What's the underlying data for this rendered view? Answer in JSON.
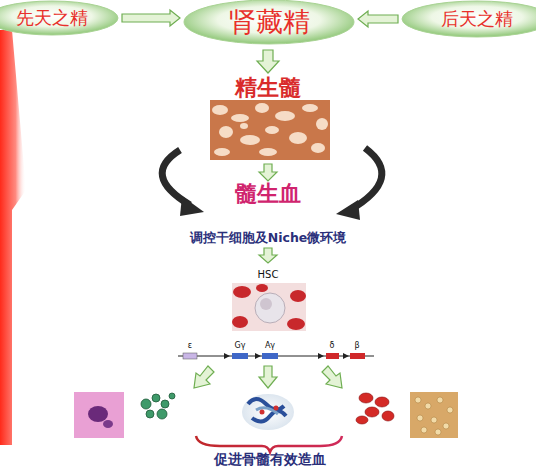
{
  "diagram": {
    "nodes": [
      {
        "text": [
          "先天之精"
        ]
      },
      {
        "text": [
          "肾藏精"
        ]
      },
      {
        "text": [
          "后天之精"
        ]
      }
    ],
    "edges": [
      {
        "from": 0,
        "to": 1,
        "arrow": "to"
      },
      {
        "from": 2,
        "to": 1,
        "arrow": "to"
      }
    ],
    "labels": [
      "精生髓",
      "髓生血",
      "调控干细胞及Niche微环境",
      "HSC",
      "ε",
      "Gγ",
      "Aγ",
      "δ",
      "β",
      "促进骨髓有效造血"
    ]
  }
}
